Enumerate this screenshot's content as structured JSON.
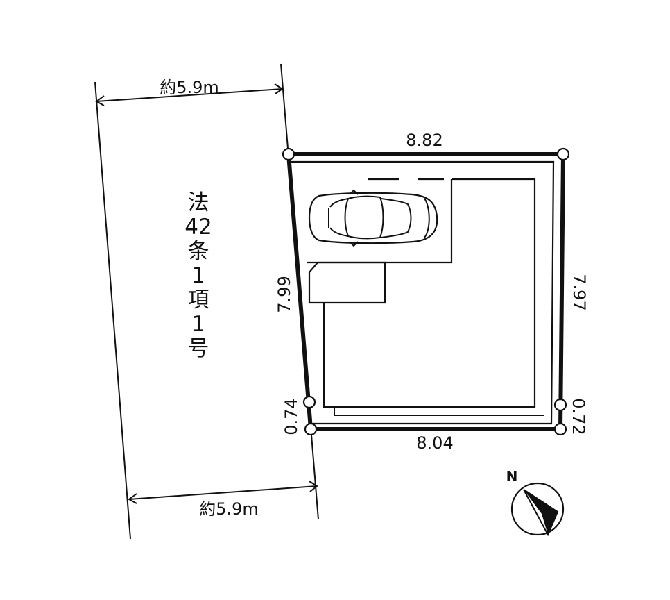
{
  "road": {
    "label_chars": [
      "法",
      "42",
      "条",
      "1",
      "項",
      "1",
      "号"
    ],
    "width_top": "約5.9m",
    "width_bottom": "約5.9m"
  },
  "lot": {
    "top": "8.82",
    "bottom": "8.04",
    "left": "7.99",
    "right": "7.97",
    "left_small": "0.74",
    "right_small": "0.72"
  },
  "compass": {
    "north_label": "N"
  },
  "icons": {
    "car": "car-icon",
    "compass": "compass-icon"
  },
  "colors": {
    "line": "#111111",
    "background": "#ffffff"
  }
}
